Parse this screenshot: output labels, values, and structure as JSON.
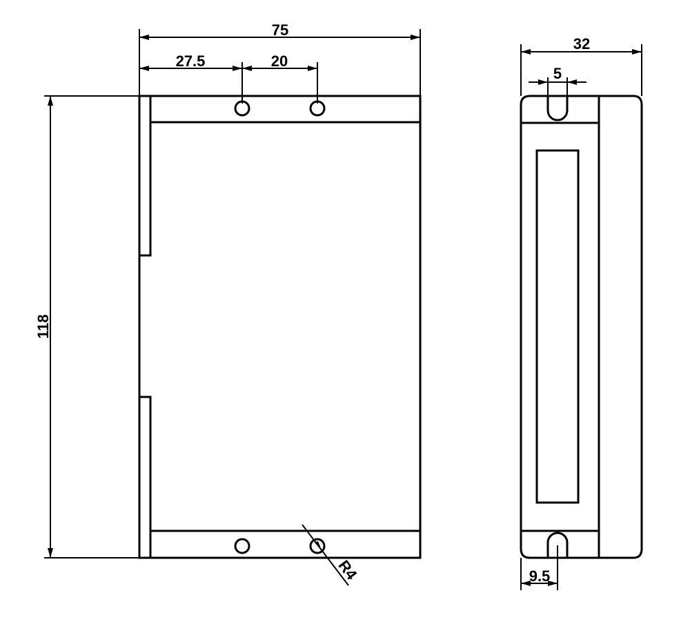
{
  "dimensions": {
    "overall_width": "75",
    "hole_offset": "27.5",
    "hole_spacing": "20",
    "overall_height": "118",
    "depth": "32",
    "slot_width": "5",
    "slot_offset": "9.5",
    "hole_radius": "R4"
  }
}
